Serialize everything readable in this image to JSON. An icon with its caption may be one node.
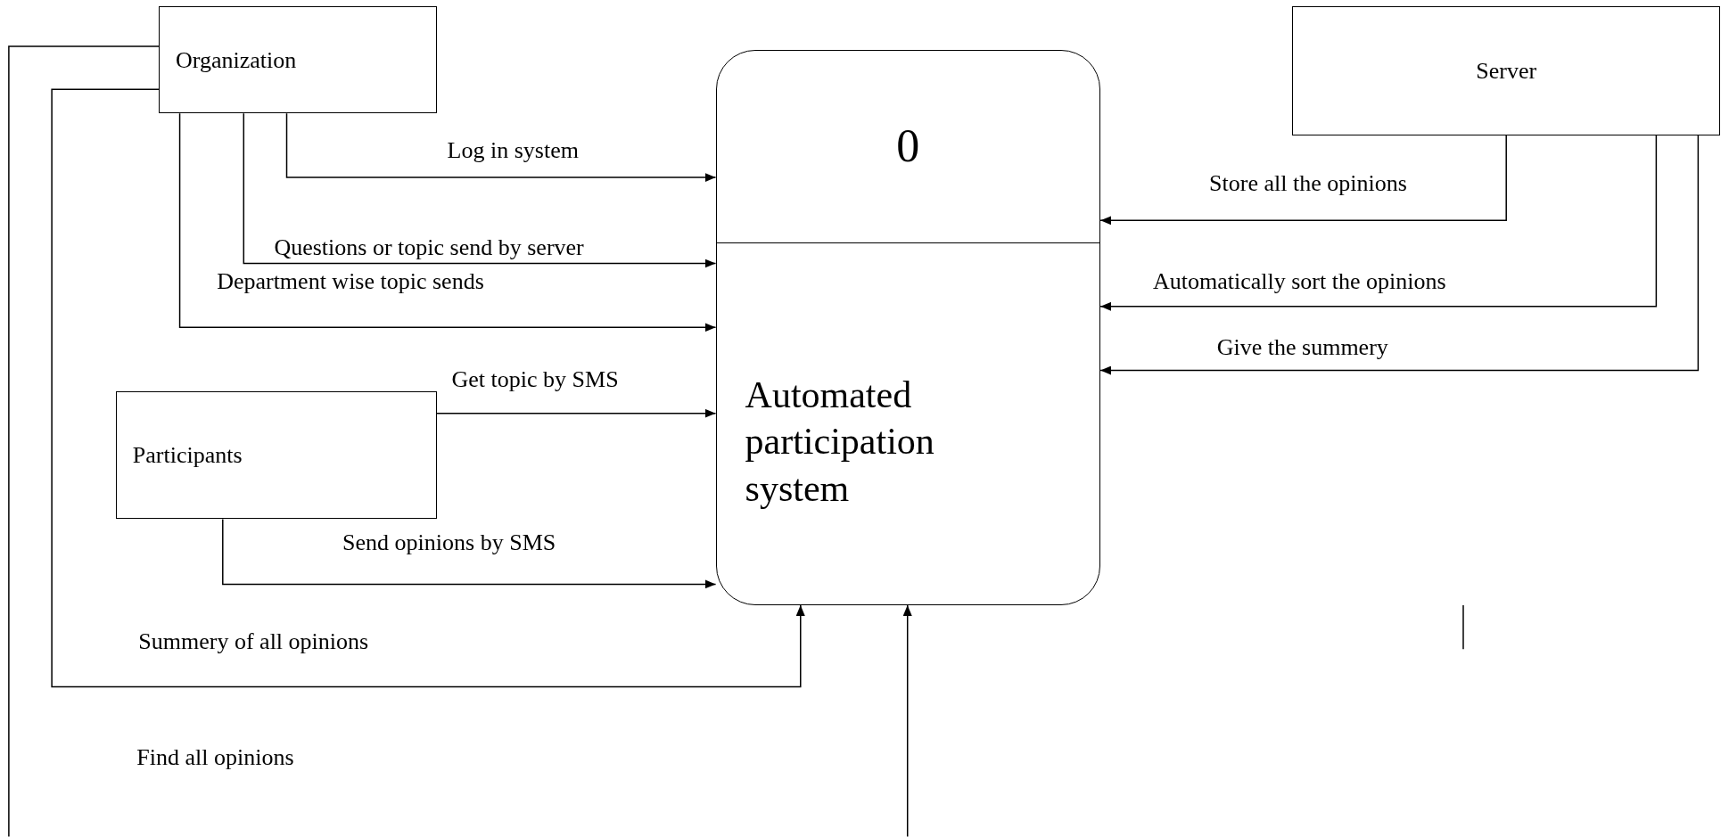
{
  "diagram": {
    "nodes": [
      {
        "text": [
          "Organization"
        ]
      },
      {
        "text": [
          "Server"
        ]
      },
      {
        "text": [
          "Participants"
        ]
      },
      {
        "text": [
          "0",
          "Automated participation system"
        ]
      }
    ],
    "edges": [
      {
        "from": 0,
        "to": 3,
        "arrow": "to",
        "label": "Log in system"
      },
      {
        "from": 0,
        "to": 3,
        "arrow": "to",
        "label": "Questions or topic send by server"
      },
      {
        "from": 0,
        "to": 3,
        "arrow": "to",
        "label": "Department wise topic sends"
      },
      {
        "from": 2,
        "to": 3,
        "arrow": "to",
        "label": "Get topic by SMS"
      },
      {
        "from": 2,
        "to": 3,
        "arrow": "to",
        "label": "Send opinions by SMS"
      },
      {
        "from": 0,
        "to": 3,
        "arrow": "to",
        "label": "Summery of all opinions"
      },
      {
        "from": 1,
        "to": 3,
        "arrow": "to",
        "label": "Store all the opinions"
      },
      {
        "from": 1,
        "to": 3,
        "arrow": "to",
        "label": "Automatically sort the opinions"
      },
      {
        "from": 1,
        "to": 3,
        "arrow": "to",
        "label": "Give the summery"
      },
      {
        "from": 0,
        "to": null,
        "arrow": "none"
      },
      {
        "from": null,
        "to": 3,
        "arrow": "to"
      }
    ],
    "labels": [
      "Find all opinions"
    ]
  }
}
